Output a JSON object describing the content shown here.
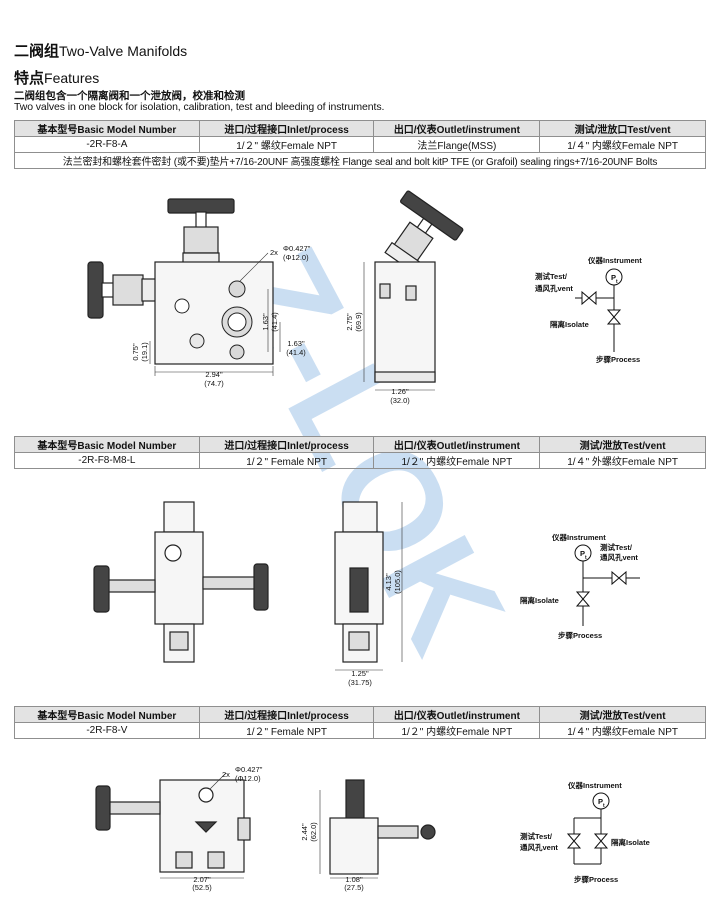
{
  "title": {
    "cn": "二阀组",
    "en": "Two-Valve Manifolds"
  },
  "features": {
    "heading_cn": "特点",
    "heading_en": "Features",
    "desc_cn": "二阀组包含一个隔离阀和一个泄放阀，校准和检测",
    "desc_en": "Two valves in one block for isolation, calibration, test and bleeding of instruments."
  },
  "watermark": "Z-LOK",
  "table_headers": {
    "model": "基本型号Basic Model Number",
    "inlet": "进口/过程接口Inlet/process",
    "outlet": "出口/仪表Outlet/instrument",
    "vent_a": "测试/泄放口Test/vent",
    "vent": "测试/泄放Test/vent"
  },
  "models": [
    {
      "model": "-2R-F8-A",
      "inlet": "1/２\" 螺纹Female NPT",
      "outlet": "法兰Flange(MSS)",
      "vent": "1/４\" 内螺纹Female NPT",
      "note": "法兰密封和螺栓套件密封 (或不要)垫片+7/16-20UNF 高强度螺栓  Flange seal and bolt kitP TFE (or Grafoil) sealing rings+7/16-20UNF Bolts"
    },
    {
      "model": "-2R-F8-M8-L",
      "inlet": "1/２\" Female NPT",
      "outlet": "1/２\" 内螺纹Female NPT",
      "vent": "1/４\" 外螺纹Female NPT"
    },
    {
      "model": "-2R-F8-V",
      "inlet": "1/２\" Female NPT",
      "outlet": "1/２\" 内螺纹Female NPT",
      "vent": "1/４\" 内螺纹Female NPT"
    }
  ],
  "dims": {
    "a_hole": "2x",
    "a_hole_in": "Φ0.427\"",
    "a_hole_mm": "(Φ12.0)",
    "a_d1_in": "1.63\"",
    "a_d1_mm": "(41.4)",
    "a_d2_in": "1.63\"",
    "a_d2_mm": "(41.4)",
    "a_d3_in": "0.75\"",
    "a_d3_mm": "(19.1)",
    "a_w_in": "2.94\"",
    "a_w_mm": "(74.7)",
    "a_h_in": "2.75\"",
    "a_h_mm": "(69.9)",
    "a_d_in": "1.26\"",
    "a_d_mm": "(32.0)",
    "l_h_in": "4.13\"",
    "l_h_mm": "(105.0)",
    "l_w_in": "1.25\"",
    "l_w_mm": "(31.75)",
    "v_hole": "2x",
    "v_hole_in": "Φ0.427\"",
    "v_hole_mm": "(Φ12.0)",
    "v_w_in": "2.07\"",
    "v_w_mm": "(52.5)",
    "v_h_in": "2.44\"",
    "v_h_mm": "(62.0)",
    "v_d_in": "1.08\"",
    "v_d_mm": "(27.5)"
  },
  "schematic": {
    "instrument": "仪器Instrument",
    "test": "测试Test/",
    "vent": "通风孔vent",
    "isolate": "隔离Isolate",
    "process": "步骤Process",
    "gauge": "P",
    "gauge_sub": "t"
  },
  "colors": {
    "accent": "#9fc3e8",
    "grid": "#8f8f8f",
    "header_bg": "#e3e3e3"
  }
}
